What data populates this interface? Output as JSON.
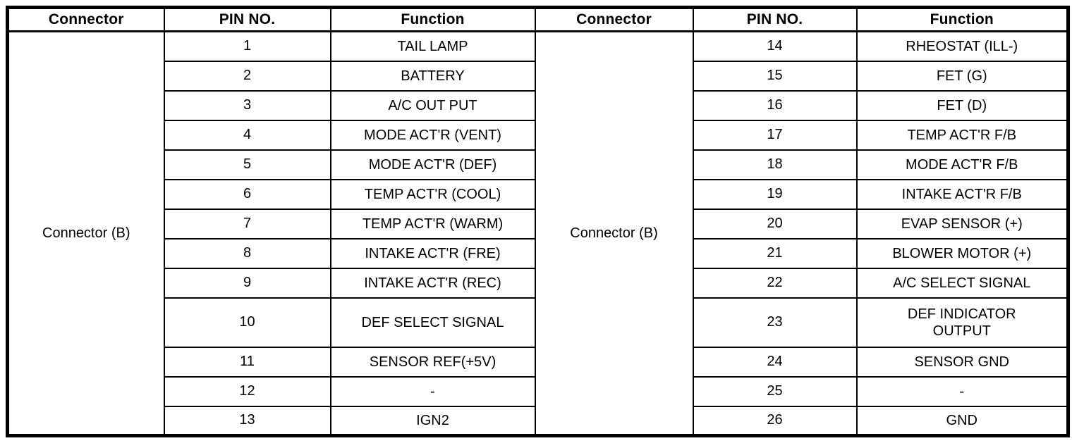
{
  "table": {
    "headers": [
      "Connector",
      "PIN NO.",
      "Function",
      "Connector",
      "PIN NO.",
      "Function"
    ],
    "left": {
      "connector": "Connector (B)",
      "rows": [
        {
          "pin": "1",
          "function": "TAIL LAMP"
        },
        {
          "pin": "2",
          "function": "BATTERY"
        },
        {
          "pin": "3",
          "function": "A/C OUT PUT"
        },
        {
          "pin": "4",
          "function": "MODE ACT'R (VENT)"
        },
        {
          "pin": "5",
          "function": "MODE ACT'R (DEF)"
        },
        {
          "pin": "6",
          "function": "TEMP ACT'R (COOL)"
        },
        {
          "pin": "7",
          "function": "TEMP ACT'R (WARM)"
        },
        {
          "pin": "8",
          "function": "INTAKE ACT'R (FRE)"
        },
        {
          "pin": "9",
          "function": "INTAKE ACT'R (REC)"
        },
        {
          "pin": "10",
          "function": "DEF SELECT SIGNAL"
        },
        {
          "pin": "11",
          "function": "SENSOR REF(+5V)"
        },
        {
          "pin": "12",
          "function": "-"
        },
        {
          "pin": "13",
          "function": "IGN2"
        }
      ]
    },
    "right": {
      "connector": "Connector (B)",
      "rows": [
        {
          "pin": "14",
          "function": "RHEOSTAT (ILL-)"
        },
        {
          "pin": "15",
          "function": "FET (G)"
        },
        {
          "pin": "16",
          "function": "FET (D)"
        },
        {
          "pin": "17",
          "function": "TEMP ACT'R F/B"
        },
        {
          "pin": "18",
          "function": "MODE ACT'R F/B"
        },
        {
          "pin": "19",
          "function": "INTAKE ACT'R F/B"
        },
        {
          "pin": "20",
          "function": "EVAP SENSOR (+)"
        },
        {
          "pin": "21",
          "function": "BLOWER MOTOR (+)"
        },
        {
          "pin": "22",
          "function": "A/C SELECT SIGNAL"
        },
        {
          "pin": "23",
          "function": "DEF INDICATOR\nOUTPUT"
        },
        {
          "pin": "24",
          "function": "SENSOR GND"
        },
        {
          "pin": "25",
          "function": "-"
        },
        {
          "pin": "26",
          "function": "GND"
        }
      ]
    }
  }
}
